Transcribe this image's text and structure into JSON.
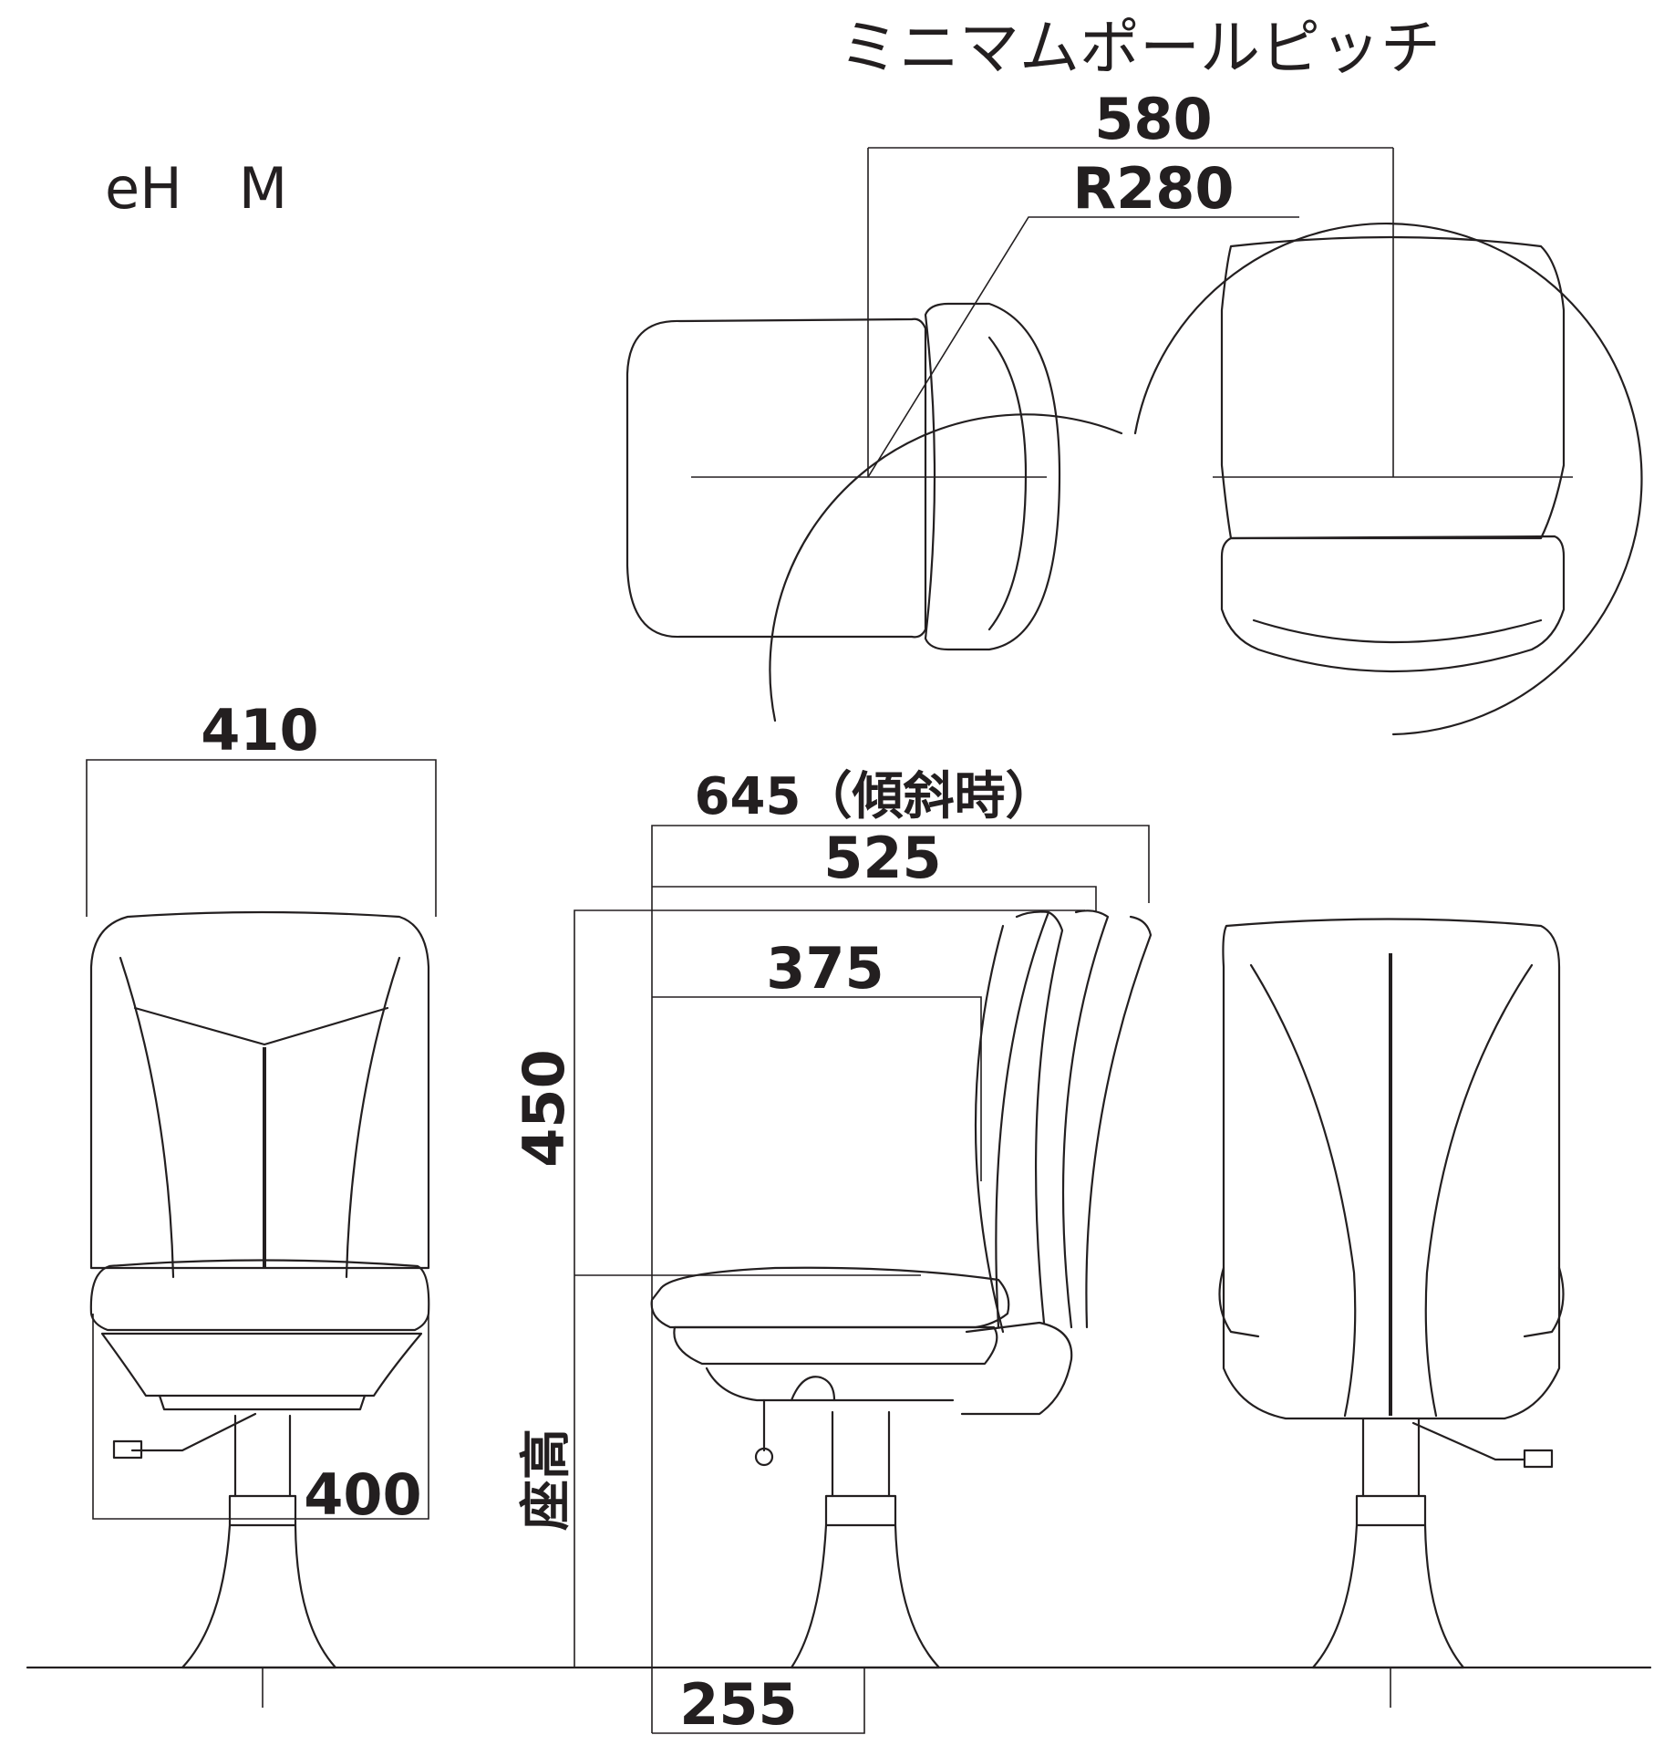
{
  "model_label": "eH　M",
  "top_view": {
    "title": "ミニマムポールピッチ",
    "pitch": "580",
    "radius": "R280"
  },
  "front_view": {
    "width": "410",
    "base_width": "400"
  },
  "side_view": {
    "tilted_depth": "645（傾斜時）",
    "depth": "525",
    "seat_depth": "375",
    "back_height": "450",
    "seat_height_label": "座高",
    "base_offset": "255"
  },
  "colors": {
    "line": "#231f20",
    "background": "#ffffff"
  }
}
